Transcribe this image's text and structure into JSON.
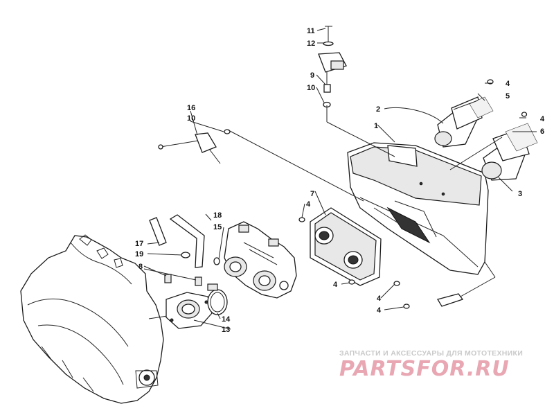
{
  "callouts": [
    {
      "id": "label-11",
      "text": "11"
    },
    {
      "id": "label-12",
      "text": "12"
    },
    {
      "id": "label-9",
      "text": "9"
    },
    {
      "id": "label-10-top",
      "text": "10"
    },
    {
      "id": "label-16",
      "text": "16"
    },
    {
      "id": "label-10-left",
      "text": "10"
    },
    {
      "id": "label-2",
      "text": "2"
    },
    {
      "id": "label-1",
      "text": "1"
    },
    {
      "id": "label-4-a",
      "text": "4"
    },
    {
      "id": "label-5",
      "text": "5"
    },
    {
      "id": "label-4-b",
      "text": "4"
    },
    {
      "id": "label-6",
      "text": "6"
    },
    {
      "id": "label-3",
      "text": "3"
    },
    {
      "id": "label-7",
      "text": "7"
    },
    {
      "id": "label-4-c",
      "text": "4"
    },
    {
      "id": "label-18",
      "text": "18"
    },
    {
      "id": "label-15",
      "text": "15"
    },
    {
      "id": "label-17",
      "text": "17"
    },
    {
      "id": "label-19",
      "text": "19"
    },
    {
      "id": "label-8",
      "text": "8"
    },
    {
      "id": "label-4-d",
      "text": "4"
    },
    {
      "id": "label-4-e",
      "text": "4"
    },
    {
      "id": "label-4-f",
      "text": "4"
    },
    {
      "id": "label-14",
      "text": "14"
    },
    {
      "id": "label-13",
      "text": "13"
    }
  ],
  "watermark": {
    "tagline": "ЗАПЧАСТИ И АКСЕССУАРЫ ДЛЯ МОТОТЕХНИКИ",
    "logo": "PARTSFOR.RU",
    "tagline_color": "#c9c9c9",
    "logo_color": "#e8a7b2"
  }
}
